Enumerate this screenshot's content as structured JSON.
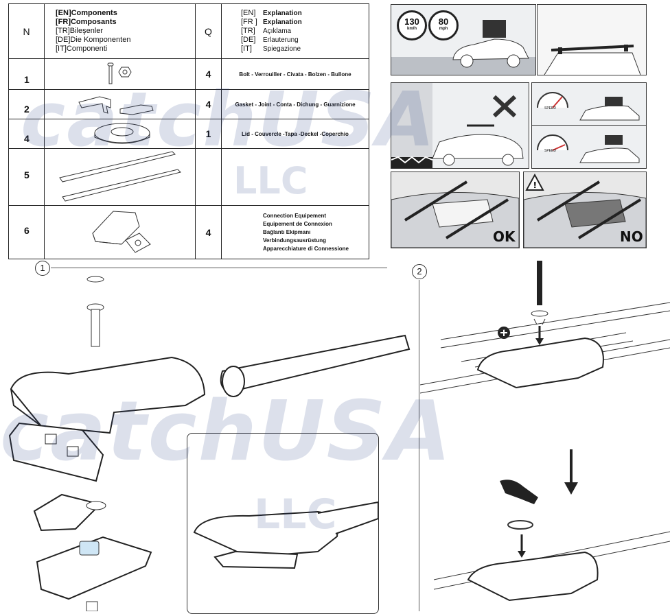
{
  "table": {
    "headers": {
      "n": "N",
      "q": "Q",
      "components": [
        "[EN]Components",
        "[FR]Composants",
        "[TR]Bileşenler",
        "[DE]Die Komponenten",
        "[IT]Componenti"
      ],
      "explanation": [
        {
          "code": "[EN]",
          "text": "Explanation"
        },
        {
          "code": "[FR ]",
          "text": "Explanation"
        },
        {
          "code": "[TR]",
          "text": "Açıklama"
        },
        {
          "code": "[DE]",
          "text": "Erlauterung"
        },
        {
          "code": "[IT]",
          "text": "Spiegazione"
        }
      ]
    },
    "rows": [
      {
        "n": "1",
        "q": "4",
        "desc": "Bolt - Verrouiller - Civata - Bolzen - Bullone"
      },
      {
        "n": "2",
        "q": "4",
        "desc": "Gasket - Joint - Conta - Dichung - Guarnizione"
      },
      {
        "n": "4",
        "q": "1",
        "desc": "Lid - Couvercle -Tapa -Deckel -Coperchio"
      },
      {
        "n": "5",
        "q": "",
        "desc": ""
      },
      {
        "n": "6",
        "q": "4",
        "desc_lines": [
          "Connection Equipement",
          "Equipement de Connexion",
          "Bağlantı Ekipmanı",
          "Verbindungsausrüstung",
          "Apparecchiature di Connessione"
        ]
      }
    ]
  },
  "speed_signs": [
    {
      "value": "130",
      "unit": "km/h"
    },
    {
      "value": "80",
      "unit": "mph"
    }
  ],
  "speed_label": "SPEED",
  "verdicts": {
    "ok": "OK",
    "no": "NO"
  },
  "steps": {
    "one": "1",
    "two": "2"
  },
  "watermark": {
    "brand": "catchUSA",
    "suffix": "LLC"
  },
  "colors": {
    "border": "#222222",
    "panel_bg": "#eef0f2",
    "watermark": "#283c82"
  }
}
